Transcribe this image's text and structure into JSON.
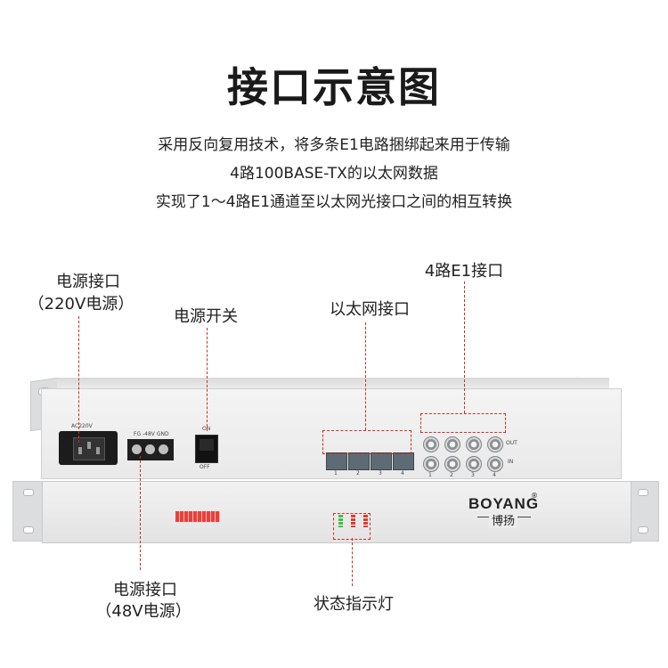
{
  "title": "接口示意图",
  "description": [
    "采用反向复用技术，将多条E1电路捆绑起来用于传输",
    "4路100BASE-TX的以太网数据",
    "实现了1～4路E1通道至以太网光接口之间的相互转换"
  ],
  "callouts": {
    "power_ac_line1": "电源接口",
    "power_ac_line2": "（220V电源）",
    "power_switch": "电源开关",
    "ethernet": "以太网接口",
    "e1": "4路E1接口",
    "power_dc_line1": "电源接口",
    "power_dc_line2": "（48V电源）",
    "status_led": "状态指示灯"
  },
  "panel": {
    "ac_label": "AC220V",
    "dc_label": "FG -48V GND",
    "switch_on": "ON",
    "switch_off": "OFF",
    "bnc_out": "OUT",
    "bnc_in": "IN",
    "bnc_numbers": [
      "1",
      "2",
      "3",
      "4"
    ],
    "eth_numbers": [
      "1",
      "2",
      "3",
      "4"
    ],
    "brand": "BOYANG",
    "brand_cn": "博扬",
    "registered": "®"
  },
  "colors": {
    "callout_line": "#c9302c",
    "led_green": "#3fbf3f",
    "led_red": "#e03b2f"
  }
}
